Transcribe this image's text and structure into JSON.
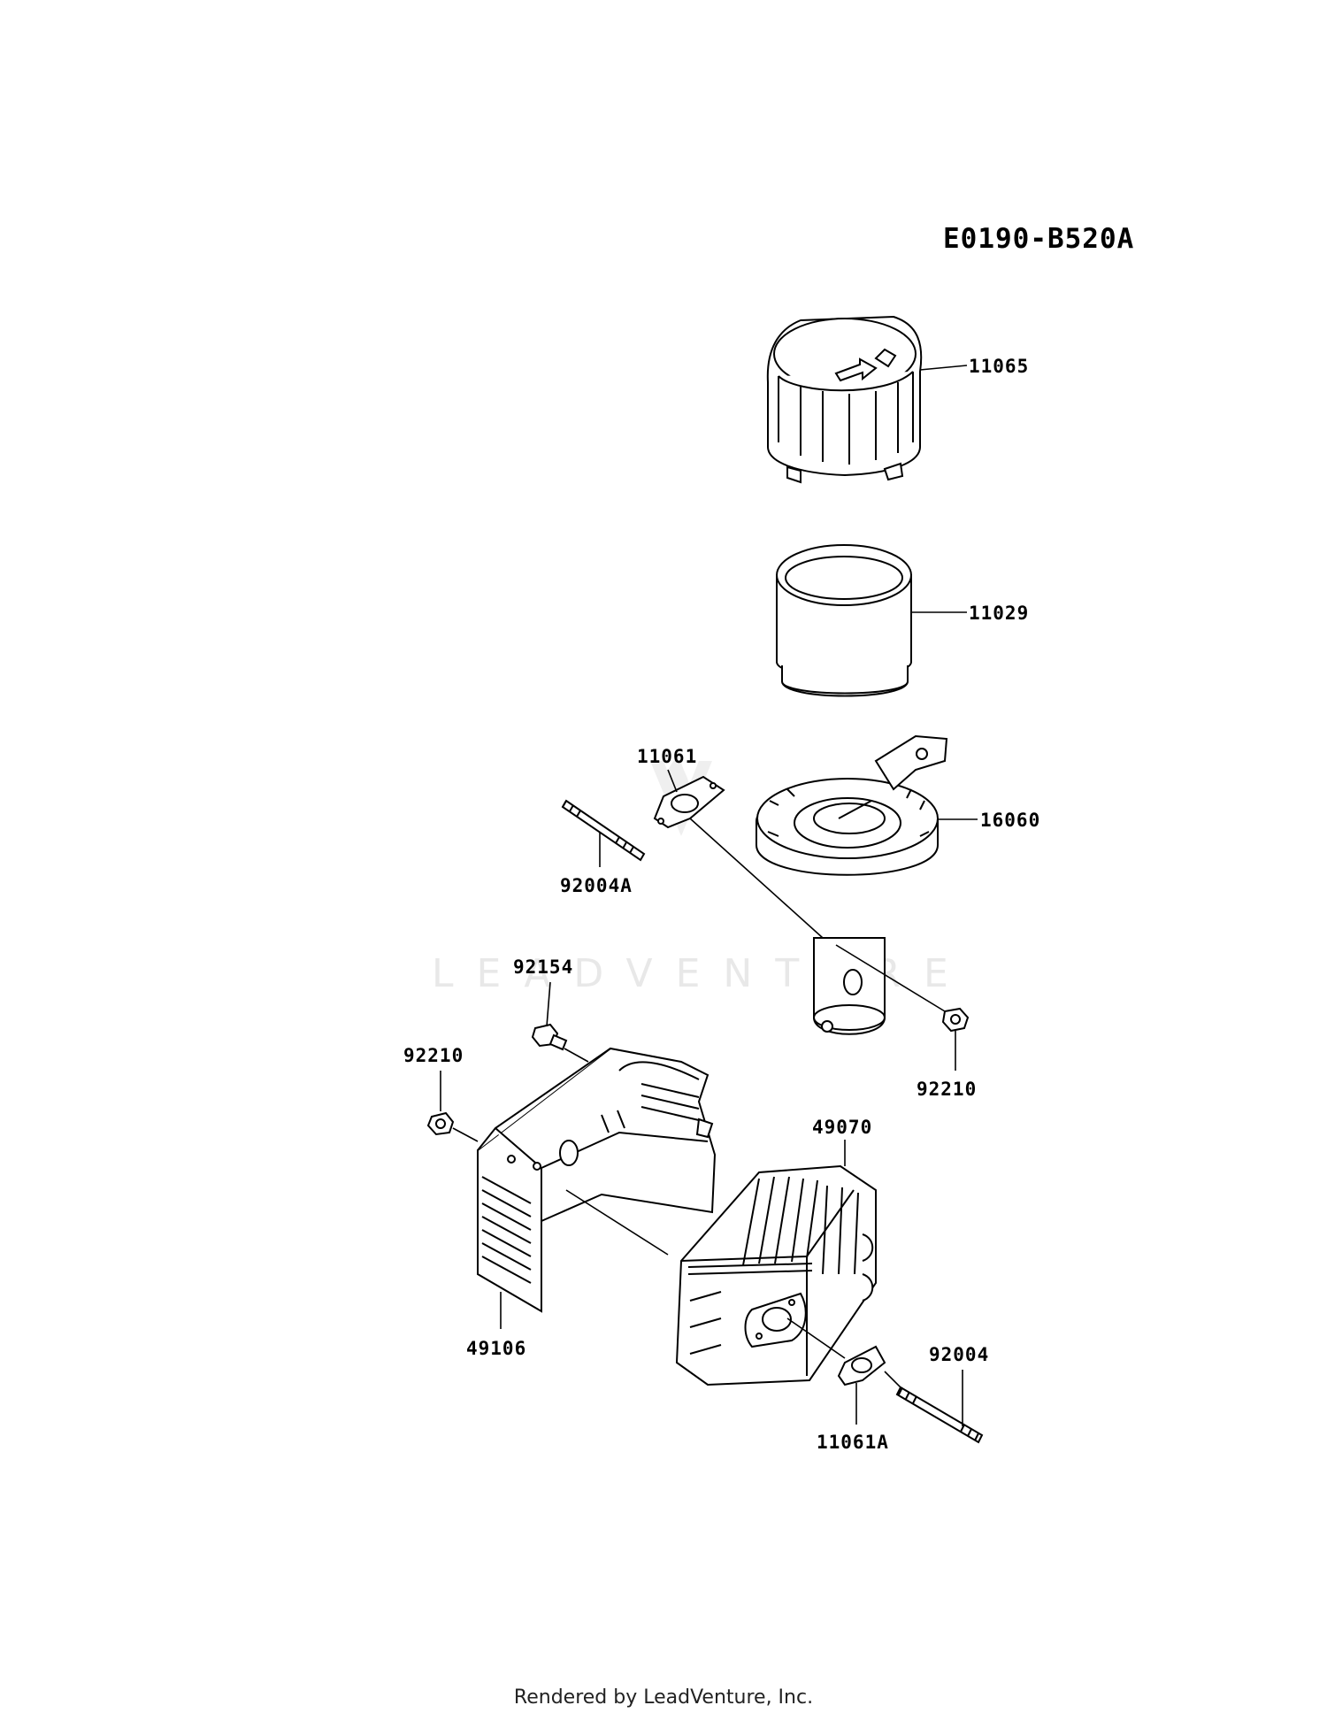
{
  "diagram_code": "E0190-B520A",
  "watermark": "LEADVENTURE",
  "footer": "Rendered by LeadVenture, Inc.",
  "parts": {
    "p11065": "11065",
    "p11029": "11029",
    "p11061": "11061",
    "p16060": "16060",
    "p92004A": "92004A",
    "p92154": "92154",
    "p92210_left": "92210",
    "p92210_right": "92210",
    "p49070": "49070",
    "p49106": "49106",
    "p92004": "92004",
    "p11061A": "11061A"
  }
}
